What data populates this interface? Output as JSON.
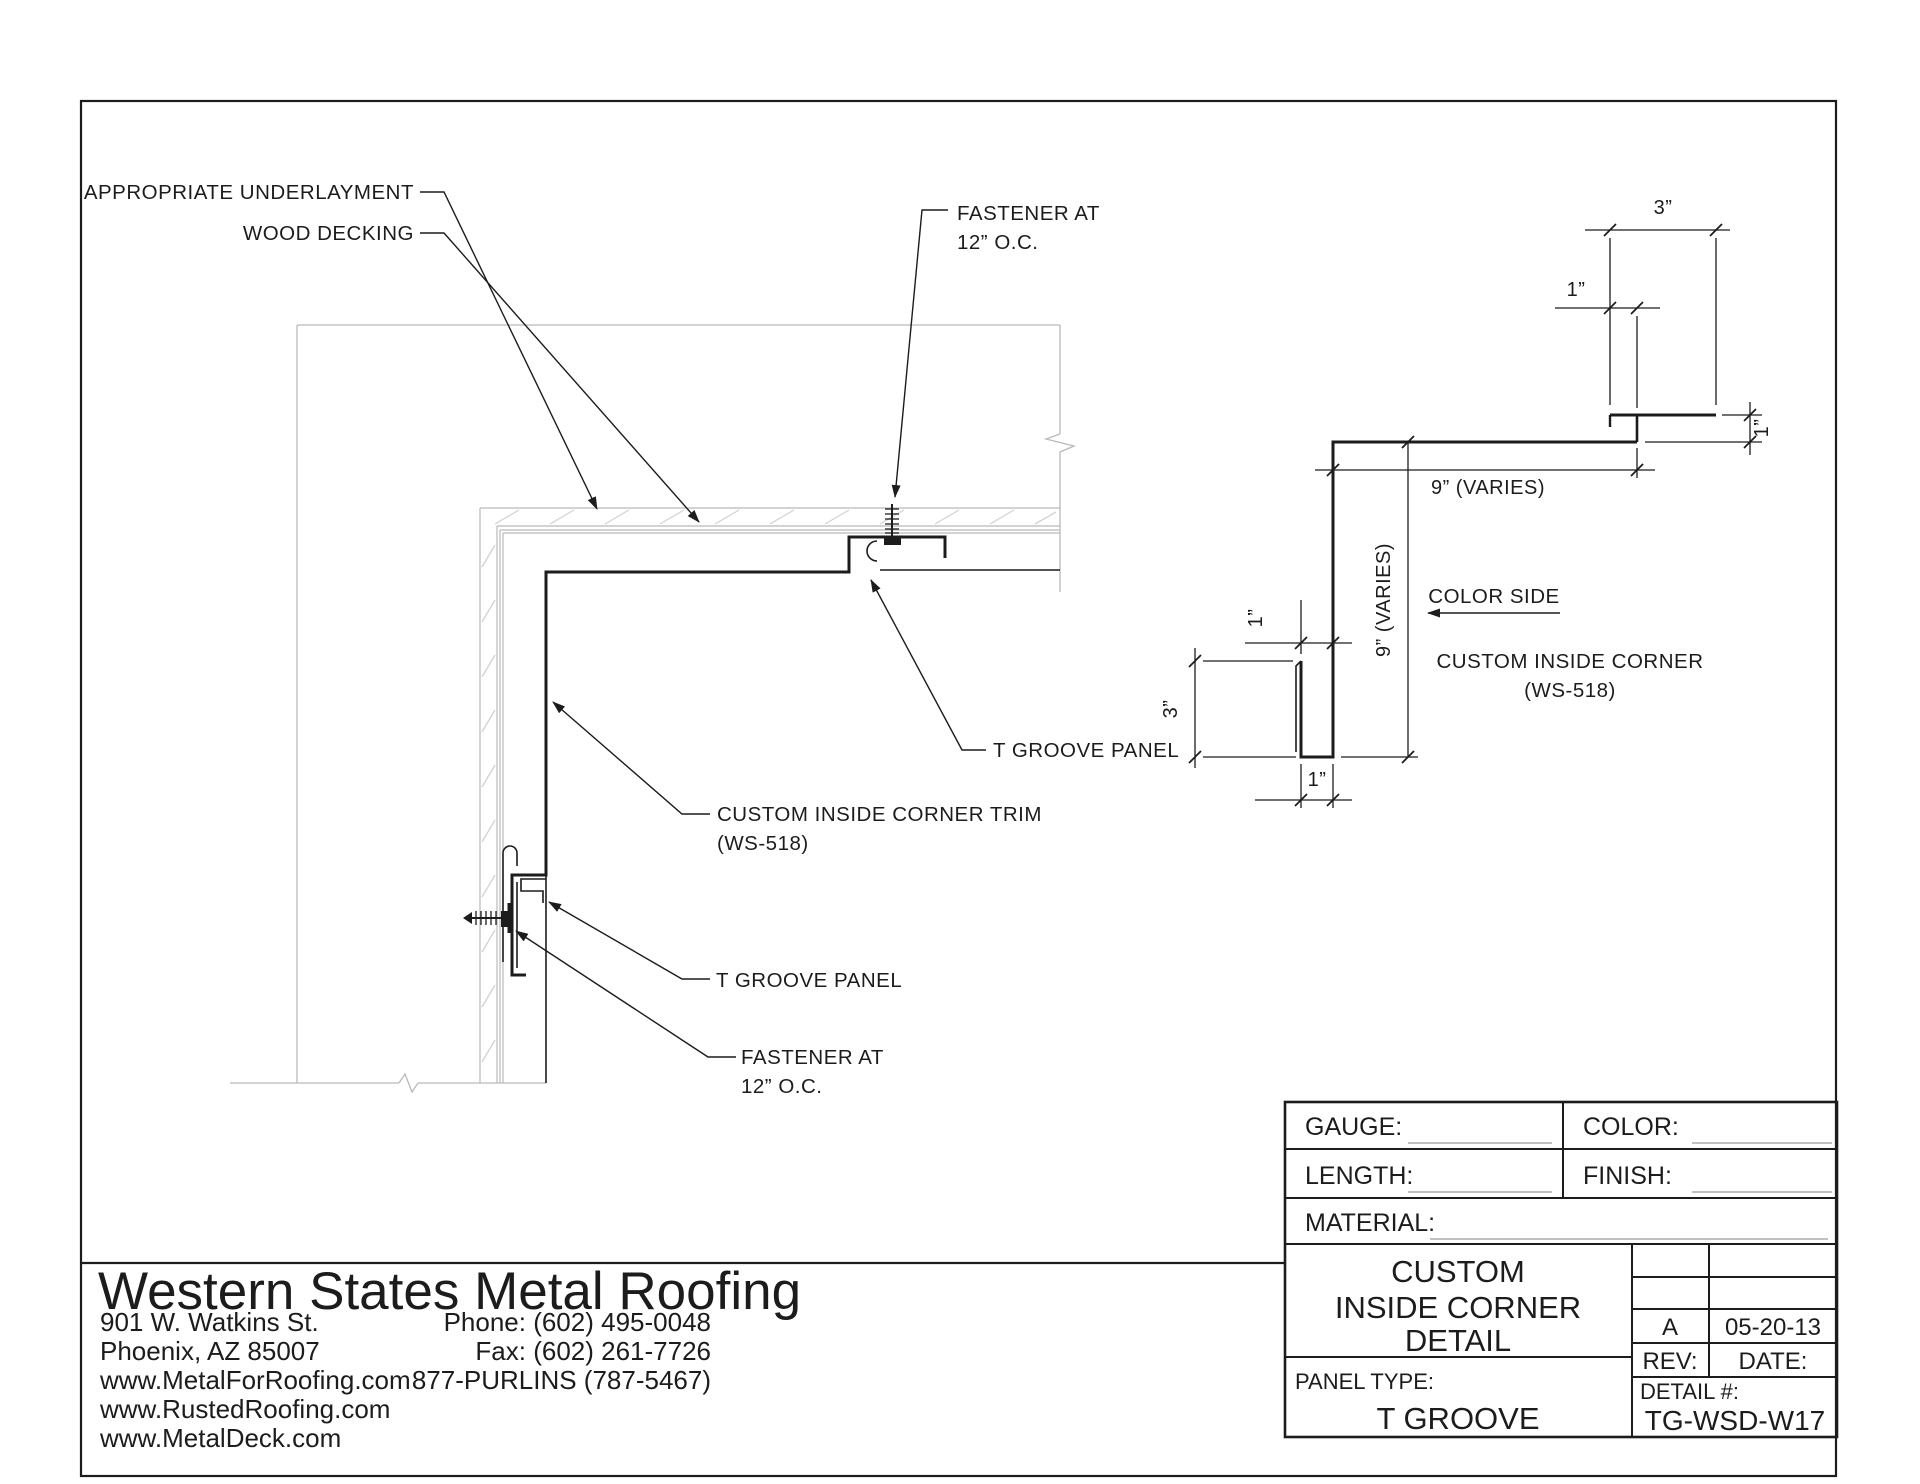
{
  "drawing": {
    "labels": {
      "underlayment": "APPROPRIATE UNDERLAYMENT",
      "wood_decking": "WOOD DECKING",
      "fastener_line1": "FASTENER AT",
      "fastener_line2": "12” O.C.",
      "t_groove_panel": "T GROOVE PANEL",
      "trim_line1": "CUSTOM INSIDE CORNER TRIM",
      "trim_line2": "(WS-518)"
    },
    "profile": {
      "dim_3": "3”",
      "dim_1": "1”",
      "dim_9_varies": "9” (VARIES)",
      "color_side": "COLOR SIDE",
      "name_line1": "CUSTOM INSIDE CORNER",
      "name_line2": "(WS-518)"
    }
  },
  "title_block": {
    "gauge_label": "GAUGE:",
    "color_label": "COLOR:",
    "length_label": "LENGTH:",
    "finish_label": "FINISH:",
    "material_label": "MATERIAL:",
    "title_line1": "CUSTOM",
    "title_line2": "INSIDE CORNER",
    "title_line3": "DETAIL",
    "panel_type_label": "PANEL TYPE:",
    "panel_type_value": "T GROOVE",
    "rev_value": "A",
    "date_value": "05-20-13",
    "rev_label": "REV:",
    "date_label": "DATE:",
    "detail_label": "DETAIL #:",
    "detail_value": "TG-WSD-W17"
  },
  "company": {
    "name": "Western States Metal Roofing",
    "address1": "901 W. Watkins St.",
    "address2": "Phoenix, AZ 85007",
    "web1": "www.MetalForRoofing.com",
    "web2": "www.RustedRoofing.com",
    "web3": "www.MetalDeck.com",
    "phone": "Phone: (602) 495-0048",
    "fax": "Fax: (602) 261-7726",
    "purlins": "877-PURLINS (787-5467)"
  },
  "colors": {
    "ink": "#1c1c1c",
    "substrate": "#b9b9b9",
    "hatch": "#d2d2d2",
    "blank_line": "#ababab"
  }
}
